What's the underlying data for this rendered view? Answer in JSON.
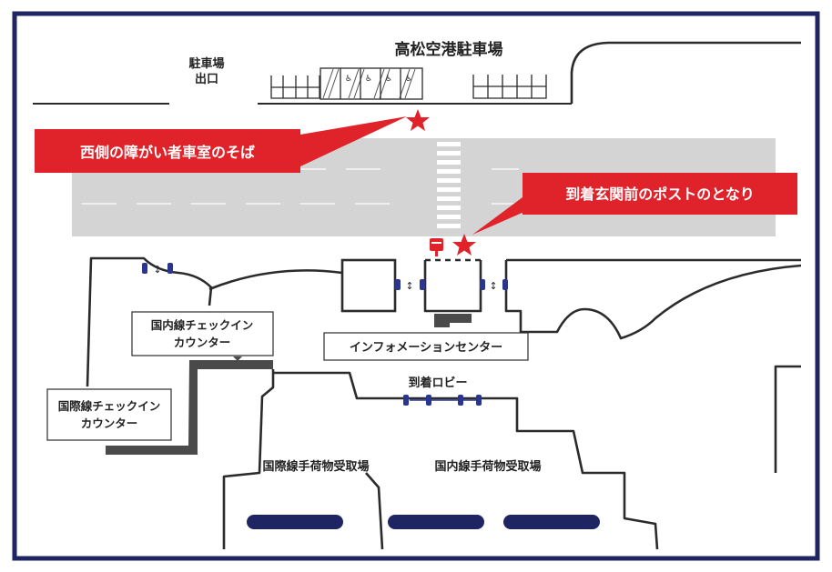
{
  "labels": {
    "parking_title": "高松空港駐車場",
    "parking_exit_line1": "駐車場",
    "parking_exit_line2": "出口",
    "domestic_checkin_line1": "国内線チェックイン",
    "domestic_checkin_line2": "カウンター",
    "international_checkin_line1": "国際線チェックイン",
    "international_checkin_line2": "カウンター",
    "information_center": "インフォメーションセンター",
    "arrival_lobby": "到着ロビー",
    "international_baggage": "国際線手荷物受取場",
    "domestic_baggage": "国内線手荷物受取場"
  },
  "callouts": {
    "west": "西側の障がい者車室のそば",
    "arrival": "到着玄関前のポストのとなり"
  },
  "icons": {
    "marker": "star-marker-icon",
    "wheelchair": "wheelchair-parking-icon",
    "mailbox": "mailbox-icon",
    "door": "automatic-door-icon"
  },
  "colors": {
    "frame": "#1f2563",
    "callout": "#e0232a",
    "road": "#d4d4d4",
    "door": "#2a3590",
    "baggage": "#1f2563",
    "counter": "#4a4a4a"
  }
}
